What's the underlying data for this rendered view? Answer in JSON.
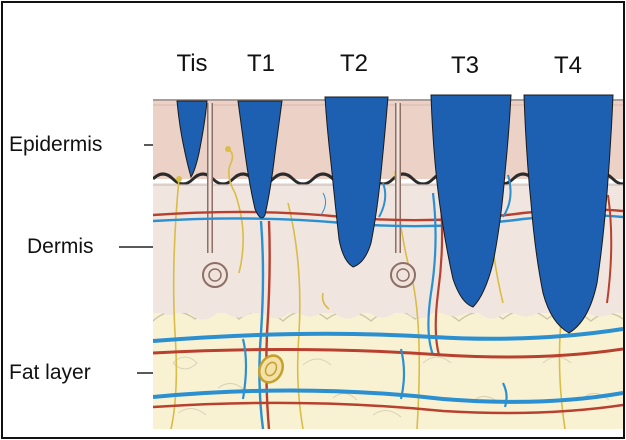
{
  "figure": {
    "stage_labels": [
      "Tis",
      "T1",
      "T2",
      "T3",
      "T4"
    ],
    "layer_labels": [
      "Epidermis",
      "Dermis",
      "Fat layer"
    ]
  },
  "colors": {
    "tumor": "#1d5fb0",
    "epidermis": "#ecd1c6",
    "dermis": "#f1e5df",
    "fat": "#f8f2d3",
    "vein": "#2b8fd0",
    "artery": "#b8402f",
    "nerve": "#d9bd46",
    "basement_membrane": "#2b2b2b"
  },
  "icons": [
    "tumor-mass",
    "hair-follicle",
    "blood-vessel",
    "nerve-fiber",
    "fat-cell"
  ]
}
